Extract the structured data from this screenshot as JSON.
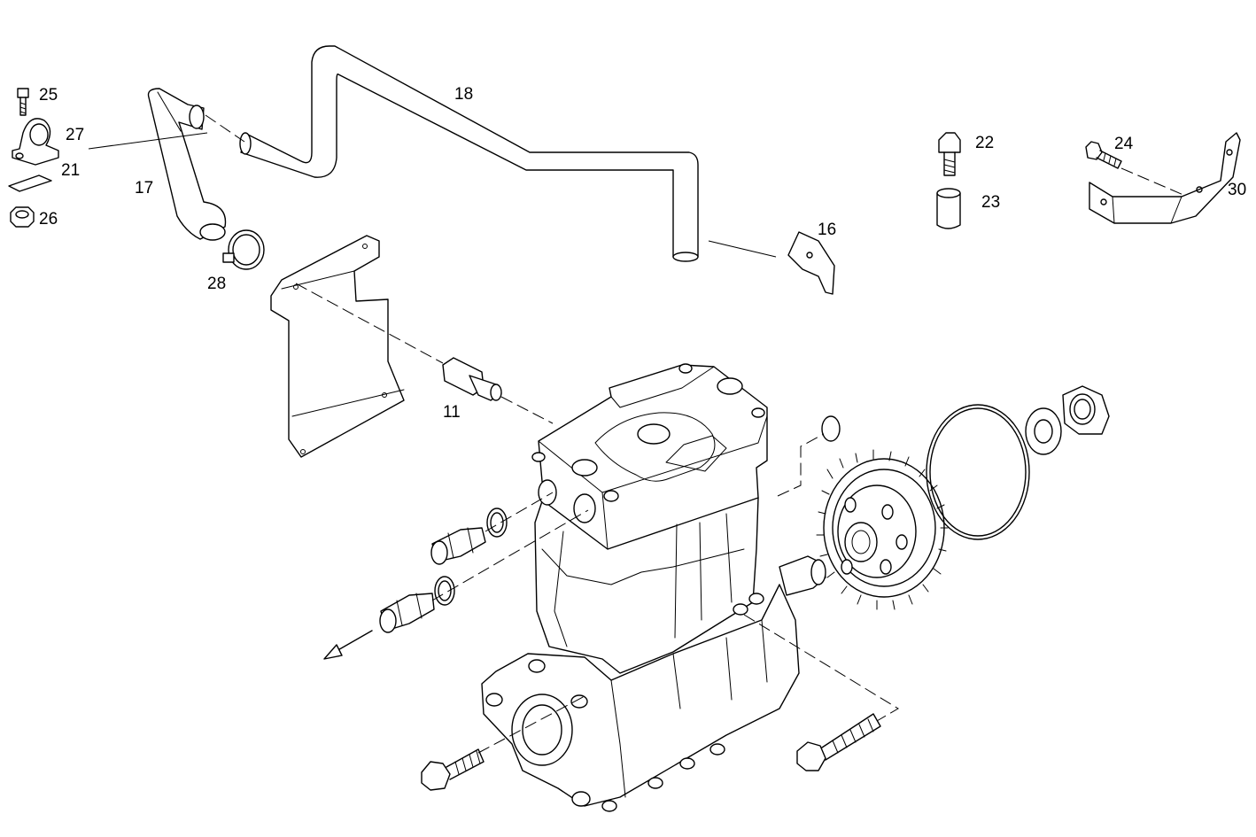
{
  "labels": {
    "p11": "11",
    "p16": "16",
    "p17": "17",
    "p18": "18",
    "p21": "21",
    "p22": "22",
    "p23": "23",
    "p24": "24",
    "p25": "25",
    "p26": "26",
    "p27": "27",
    "p28": "28",
    "p30": "30"
  }
}
